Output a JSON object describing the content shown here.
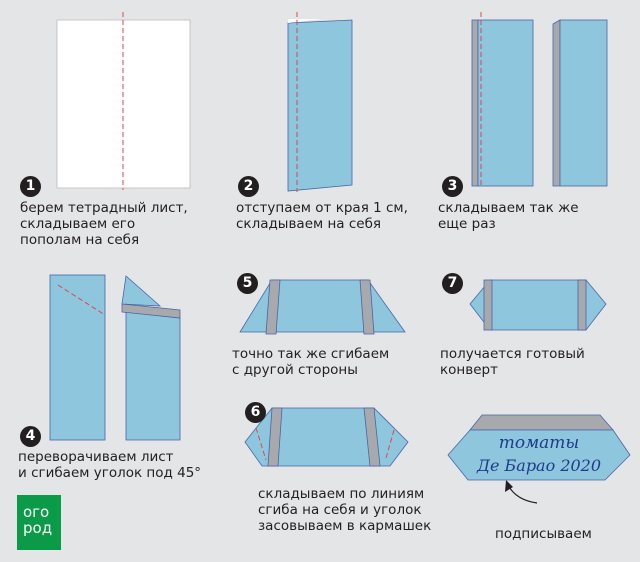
{
  "colors": {
    "paper_blue": "#8ec6de",
    "fold_gray": "#a7a9ac",
    "outline": "#4a64a8",
    "fold_line": "#e0464e",
    "logo_green": "#0a9a48"
  },
  "steps": [
    {
      "number": "1",
      "text": "берем тетрадный лист,\nскладываем его\nпополам на себя"
    },
    {
      "number": "2",
      "text": "отступаем от края 1 см,\nскладываем на себя"
    },
    {
      "number": "3",
      "text": "складываем так же\nеще раз"
    },
    {
      "number": "4",
      "text": "переворачиваем лист\nи сгибаем уголок под 45°"
    },
    {
      "number": "5",
      "text": "точно так же сгибаем\nс другой стороны"
    },
    {
      "number": "6",
      "text": "складываем по линиям\nсгиба на себя и уголок\nзасовываем в кармашек"
    },
    {
      "number": "7",
      "text": "получается готовый\nконверт"
    }
  ],
  "envelope_label": {
    "line1": "томаты",
    "line2": "Де Барао 2020"
  },
  "sign_caption": "подписываем",
  "logo": {
    "line1": "ого",
    "line2": "род"
  }
}
